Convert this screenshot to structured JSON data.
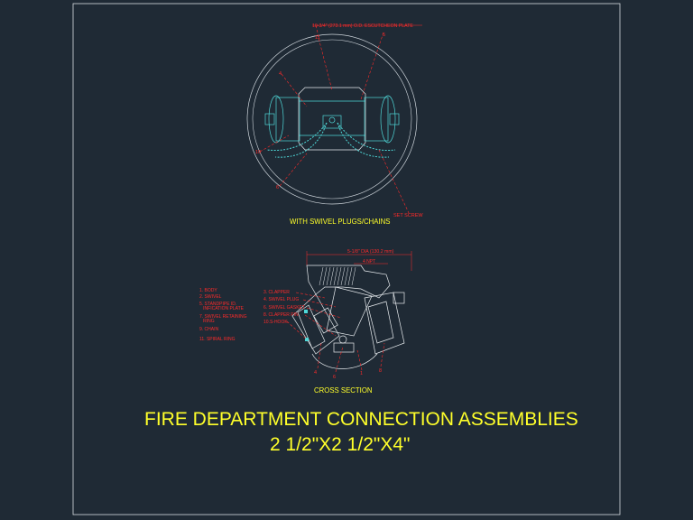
{
  "drawing": {
    "title_line1": "FIRE DEPARTMENT CONNECTION ASSEMBLIES",
    "title_line2": "2 1/2\"X2 1/2\"X4\""
  },
  "top_view": {
    "caption": "WITH SWIVEL PLUGS/CHAINS",
    "dimension_note": "10-3/4\" (273.1 mm) O.D. ESCUTCHEON PLATE",
    "set_screw_label": "SET SCREW",
    "callouts": [
      "11",
      "5",
      "4",
      "10",
      "6"
    ]
  },
  "cross_section": {
    "caption": "CROSS SECTION",
    "dimension_note": "5-1/8\" DIA (130.2 mm)",
    "dimension_note_2": "4 NPT",
    "legend_left": [
      "1. BODY",
      "2. SWIVEL",
      "5. STANDPIPE ID.",
      "   INFICATION PLATE",
      "7. SWIVEL RETAINING",
      "   RING",
      "9. CHAIN",
      "11. SPIRAL RING"
    ],
    "legend_right": [
      "3. CLAPPER",
      "4. SWIVEL PLUG",
      "6. SWIVEL GASKET",
      "8. CLAPPER PIN",
      "10.S-HOOK"
    ],
    "callouts": [
      "4",
      "6",
      "1",
      "8"
    ]
  },
  "colors": {
    "background": "#1f2a35",
    "frame": "#d8dde2",
    "geometry": "#4fd8d8",
    "annotation": "#ff2a2a",
    "title": "#ffff2a",
    "caption": "#ffff2a"
  }
}
